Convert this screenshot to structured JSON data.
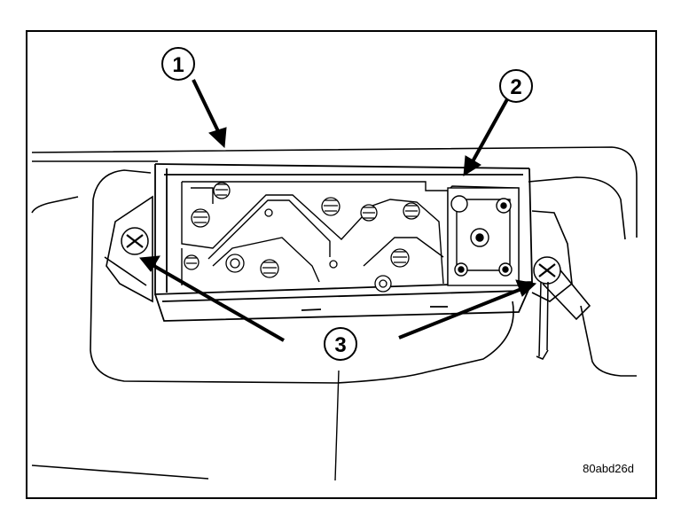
{
  "figure": {
    "callouts": [
      {
        "number": "1"
      },
      {
        "number": "2"
      },
      {
        "number": "3"
      }
    ],
    "figure_code": "80abd26d",
    "colors": {
      "line": "#000000",
      "background": "#ffffff"
    }
  }
}
